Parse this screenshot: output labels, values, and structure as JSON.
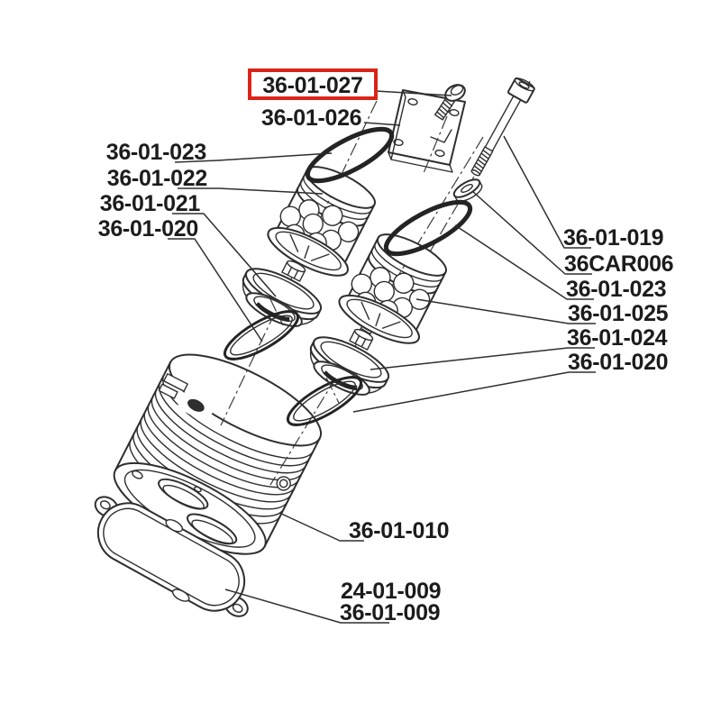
{
  "figure": {
    "type": "exploded-parts-diagram",
    "background": "#ffffff",
    "line_color": "#2e2e2e",
    "text_color": "#1c1c1c",
    "highlight_color": "#da2418"
  },
  "labels": [
    {
      "text": "36-01-027",
      "part": "screw",
      "highlighted": true
    },
    {
      "text": "36-01-026",
      "part": "cover-plate",
      "highlighted": false
    },
    {
      "text": "36-01-023",
      "part": "o-ring-upper-left",
      "highlighted": false
    },
    {
      "text": "36-01-022",
      "part": "piston-assembly-left",
      "highlighted": false
    },
    {
      "text": "36-01-021",
      "part": "valve-plate-left",
      "highlighted": false
    },
    {
      "text": "36-01-020",
      "part": "o-ring-lower-left",
      "highlighted": false
    },
    {
      "text": "36-01-019",
      "part": "bolt",
      "highlighted": false
    },
    {
      "text": "36CAR006",
      "part": "washer",
      "highlighted": false
    },
    {
      "text": "36-01-023",
      "part": "o-ring-upper-right",
      "highlighted": false
    },
    {
      "text": "36-01-025",
      "part": "piston-cage-right",
      "highlighted": false
    },
    {
      "text": "36-01-024",
      "part": "valve-plate-right",
      "highlighted": false
    },
    {
      "text": "36-01-020",
      "part": "o-ring-lower-right",
      "highlighted": false
    },
    {
      "text": "36-01-010",
      "part": "cylinder",
      "highlighted": false
    },
    {
      "text": "24-01-009",
      "part": "gasket-alt-number",
      "highlighted": false
    },
    {
      "text": "36-01-009",
      "part": "gasket",
      "highlighted": false
    }
  ]
}
